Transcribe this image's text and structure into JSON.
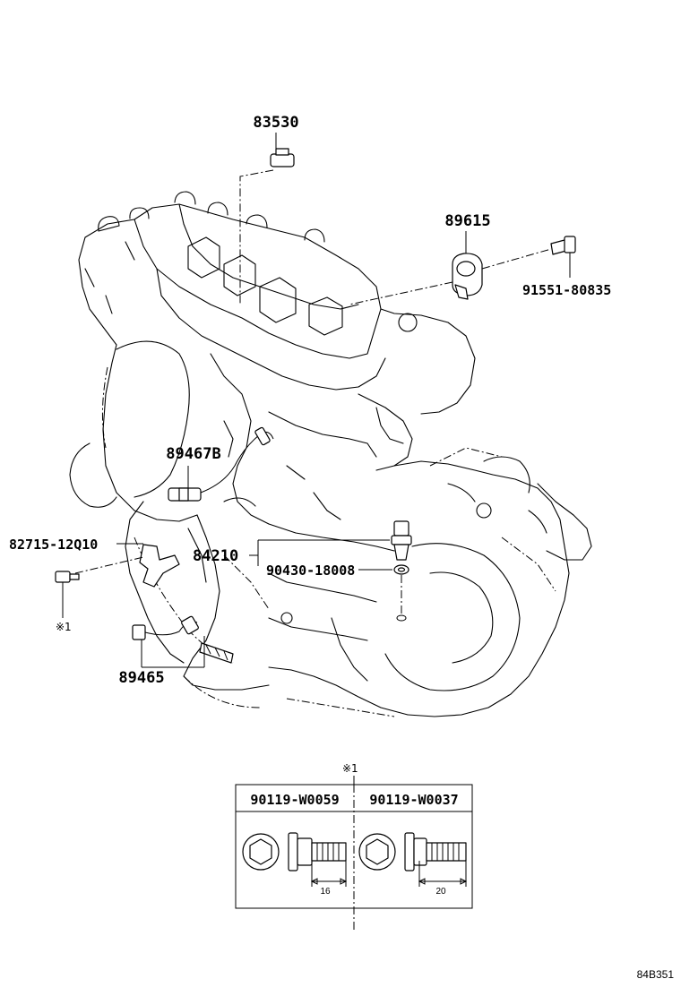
{
  "parts": {
    "p83530": "83530",
    "p89615": "89615",
    "p91551": "91551-80835",
    "p89467b": "89467B",
    "p82715": "82715-12Q10",
    "p84210": "84210",
    "p90430": "90430-18008",
    "p89465": "89465"
  },
  "note_marker": "※1",
  "table": {
    "marker": "※1",
    "col1": "90119-W0059",
    "col2": "90119-W0037",
    "dim1": "16",
    "dim2": "20"
  },
  "diagram_code": "84B351"
}
